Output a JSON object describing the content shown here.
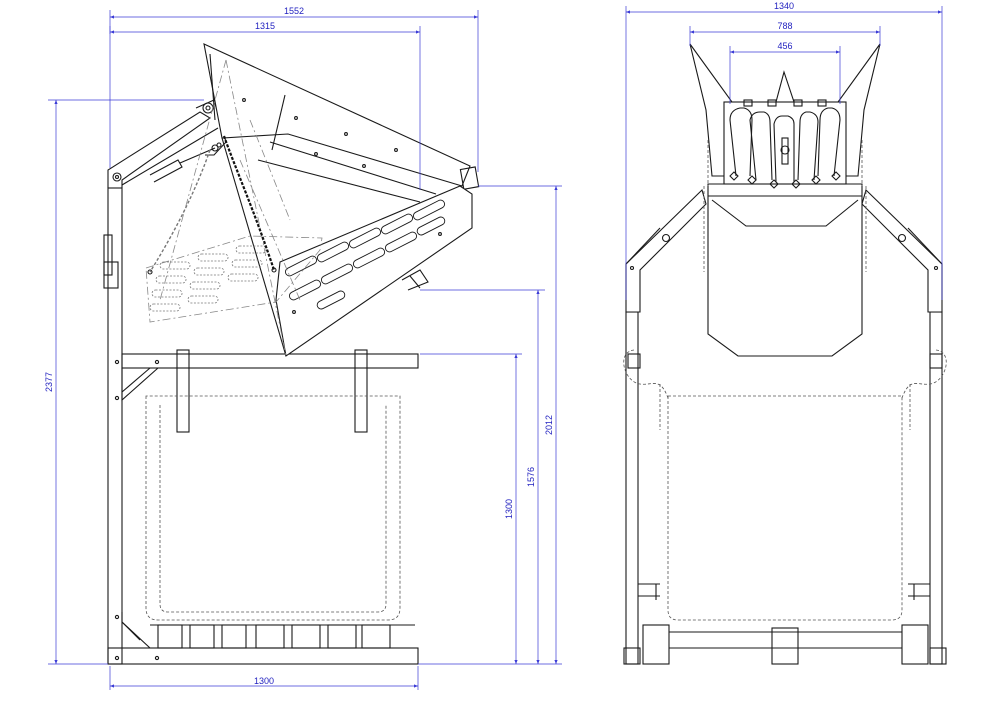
{
  "dimensions": {
    "side_overall_width": "1552",
    "side_frame_width": "1315",
    "side_total_height": "2377",
    "side_height_chute": "2012",
    "side_height_top_rail": "1576",
    "side_height_bag": "1300",
    "side_base_width": "1300",
    "front_overall_width": "1340",
    "front_hopper_width": "788",
    "front_inner_width": "456"
  },
  "colors": {
    "dimension_line": "#3b3bd6",
    "dimension_text": "#1f1fbf",
    "outline": "#1a1a1a"
  }
}
